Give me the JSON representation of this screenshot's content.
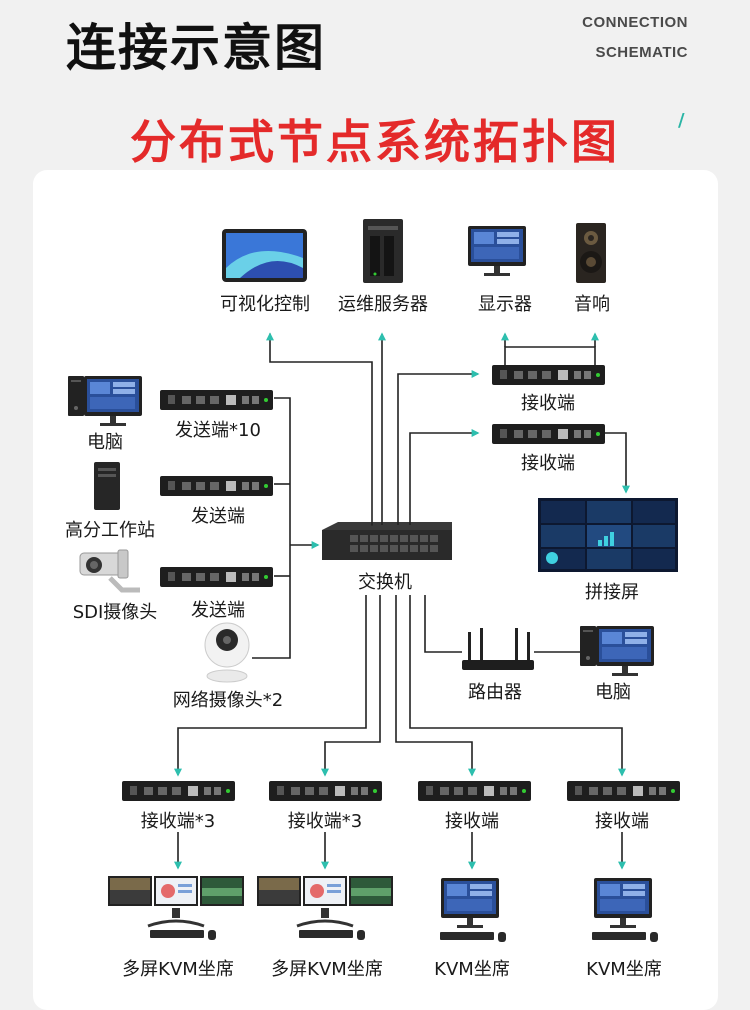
{
  "header": {
    "title": "连接示意图",
    "en_line1": "CONNECTION",
    "en_line2": "SCHEMATIC",
    "subtitle": "分布式节点系统拓扑图"
  },
  "nodes": {
    "visual_control": "可视化控制",
    "ops_server": "运维服务器",
    "display": "显示器",
    "speaker": "音响",
    "computer_left": "电脑",
    "sender_10": "发送端*10",
    "workstation": "高分工作站",
    "sender_2": "发送端",
    "sdi_camera": "SDI摄像头",
    "sender_3": "发送端",
    "net_camera": "网络摄像头*2",
    "switch": "交换机",
    "receiver_top1": "接收端",
    "receiver_top2": "接收端",
    "video_wall": "拼接屏",
    "router": "路由器",
    "computer_right": "电脑",
    "receiver_b1": "接收端*3",
    "receiver_b2": "接收端*3",
    "receiver_b3": "接收端",
    "receiver_b4": "接收端",
    "seat_b1": "多屏KVM坐席",
    "seat_b2": "多屏KVM坐席",
    "seat_b3": "KVM坐席",
    "seat_b4": "KVM坐席"
  },
  "colors": {
    "arrow": "#2dbfae",
    "line": "#222222",
    "accent_red": "#e42a2a"
  }
}
